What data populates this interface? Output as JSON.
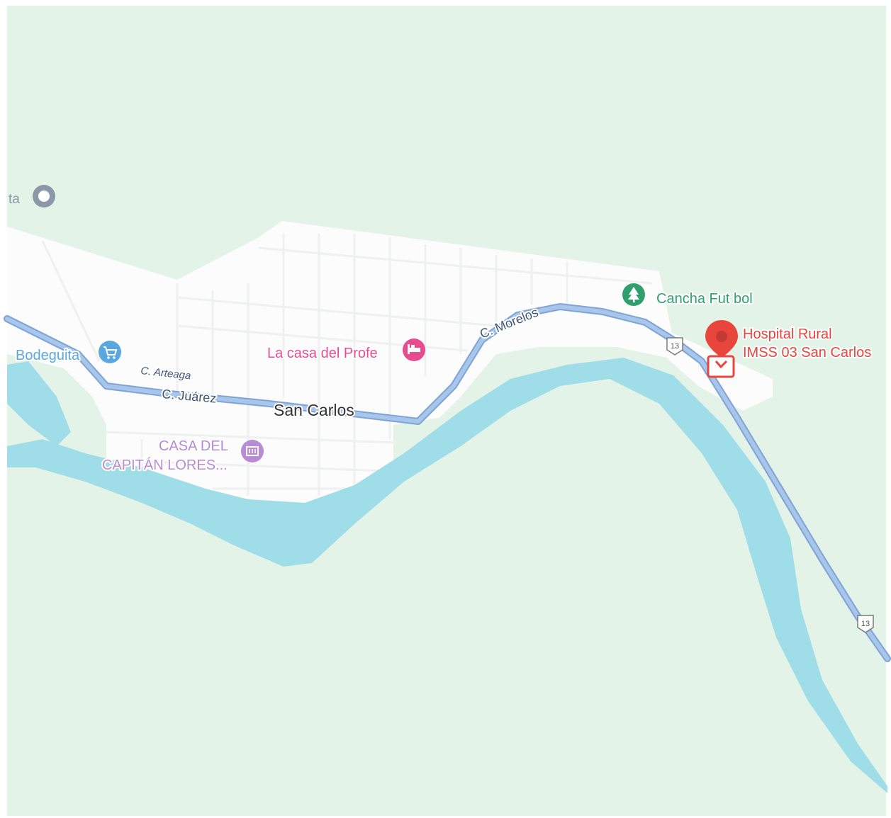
{
  "map": {
    "colors": {
      "land": "#e4f3e7",
      "town": "#fbfcfb",
      "street": "#eef1f0",
      "water": "#9fdde8",
      "highway": "#99b9e4",
      "highway_casing": "#7fa4d8",
      "shop": "#5aa7e0",
      "lodging": "#e94b8f",
      "museum": "#b98ad6",
      "park": "#2f9f6f",
      "hospital": "#e8453c",
      "place_gray": "#8a98a8"
    },
    "labels": {
      "partial_place": "ta",
      "bodeguita": "Bodeguita",
      "la_casa_del_profe": "La casa del Profe",
      "casa_del_capitan_line1": "CASA DEL",
      "casa_del_capitan_line2": "CAPITÁN LORES...",
      "cancha": "Cancha Fut bol",
      "hospital_line1": "Hospital Rural",
      "hospital_line2": "IMSS 03 San Carlos",
      "town": "San Carlos",
      "street_arteaga": "C. Arteaga",
      "street_juarez": "C. Juárez",
      "street_morelos": "C. Morelos"
    },
    "route_shields": [
      {
        "text": "13"
      },
      {
        "text": "13"
      }
    ],
    "icons": {
      "shop": "shopping-cart-icon",
      "lodging": "bed-icon",
      "museum": "museum-icon",
      "park": "tree-icon",
      "hospital_pin": "location-pin-icon",
      "hospital": "hospital-icon",
      "place": "circle-place-icon"
    }
  }
}
